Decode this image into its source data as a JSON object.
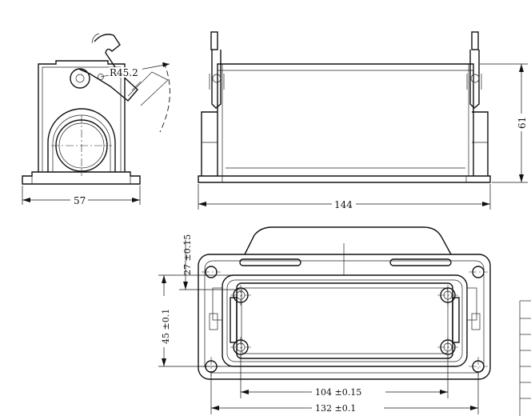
{
  "dimensions": {
    "radius": "R45.2",
    "side_width": "57",
    "front_height": "61",
    "front_length": "144",
    "pitch_height": "27 ±0.15",
    "hole_height": "45 ±0.1",
    "hole_pitch": "104 ±0.15",
    "base_width": "132 ±0.1"
  }
}
